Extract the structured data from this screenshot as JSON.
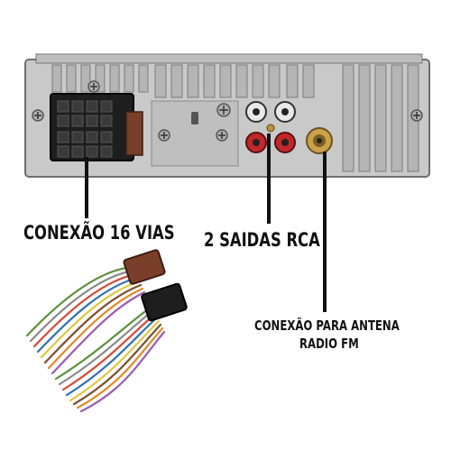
{
  "labels": {
    "connector": "CONEXÃO 16 VIAS",
    "rca": "2 SAIDAS RCA",
    "antenna_line1": "CONEXÃO PARA ANTENA",
    "antenna_line2": "RADIO FM"
  },
  "colors": {
    "panel": "#c9c9c9",
    "panel_dark": "#8e8e8e",
    "connector_black": "#1e1e1e",
    "connector_brown": "#7a3f2a",
    "rca_white": "#e8e8e8",
    "rca_red": "#c0282a",
    "antenna_gold": "#c9a24a"
  },
  "harness_wire_colors": [
    "#5b8f3a",
    "#8a8a8a",
    "#d44a3a",
    "#2f6fb0",
    "#e0c542",
    "#7a4f2f",
    "#e08a2a",
    "#9c5bb0"
  ]
}
